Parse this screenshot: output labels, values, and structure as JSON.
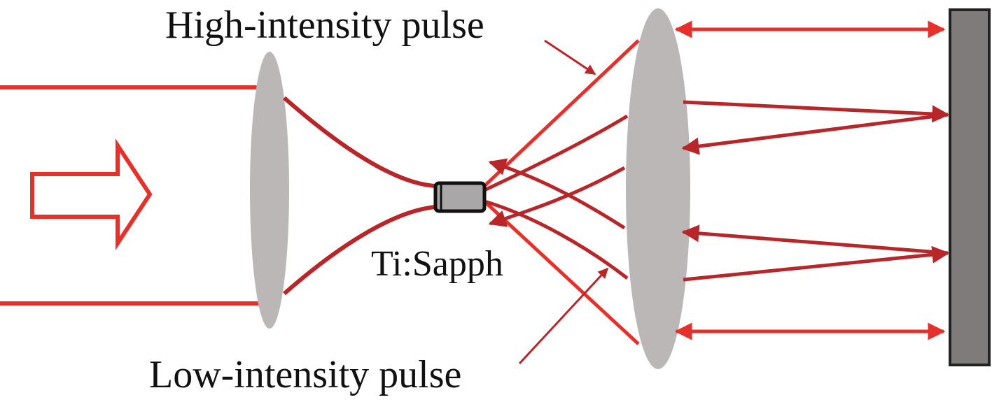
{
  "labels": {
    "high_intensity": "High-intensity pulse",
    "crystal": "Ti:Sapph",
    "low_intensity": "Low-intensity pulse"
  },
  "colors": {
    "beam_bright": "#e5312b",
    "beam_dark": "#b8262a",
    "lens": "#bbb7b7",
    "crystal_fill": "#a9a7a7",
    "mirror_fill": "#807b7b",
    "outline": "#222222"
  },
  "icons": {
    "input_arrow": "hollow-right-arrow-icon",
    "lens": "ellipse-lens-icon",
    "mirror": "flat-mirror-icon",
    "crystal": "crystal-rod-icon"
  }
}
